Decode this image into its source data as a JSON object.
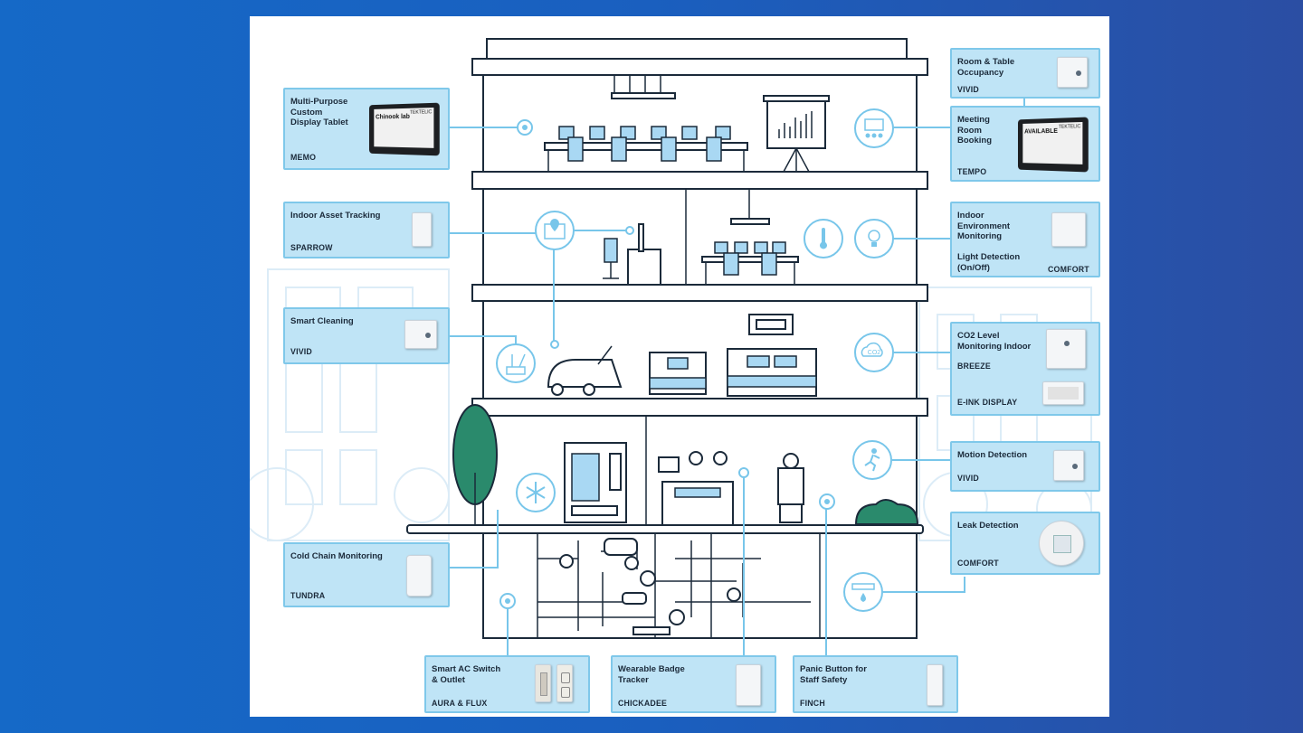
{
  "colors": {
    "line": "#78c6ea",
    "card_fill": "#bfe4f6",
    "card_border": "#7fc8ea",
    "building_stroke": "#1b2a3a",
    "accent_blue": "#a9d8f3",
    "tree_green": "#2a8a6c"
  },
  "cards": {
    "memo": {
      "title": "Multi-Purpose\nCustom\nDisplay Tablet",
      "name": "MEMO",
      "screen_text": "Chinook lab",
      "screen_brand": "TEKTELIC"
    },
    "sparrow": {
      "title": "Indoor Asset Tracking",
      "name": "SPARROW"
    },
    "smart_cleaning": {
      "title": "Smart Cleaning",
      "name": "VIVID"
    },
    "tundra": {
      "title": "Cold Chain Monitoring",
      "name": "TUNDRA"
    },
    "aura_flux": {
      "title": "Smart AC Switch\n& Outlet",
      "name": "AURA & FLUX"
    },
    "chickadee": {
      "title": "Wearable Badge\nTracker",
      "name": "CHICKADEE"
    },
    "finch": {
      "title": "Panic Button for\nStaff Safety",
      "name": "FINCH"
    },
    "occupancy": {
      "title": "Room & Table\nOccupancy",
      "name": "VIVID"
    },
    "tempo": {
      "title": "Meeting\nRoom\nBooking",
      "name": "TEMPO",
      "screen_text": "AVAILABLE",
      "screen_brand": "TEKTELIC"
    },
    "comfort_env": {
      "title": "Indoor\nEnvironment\nMonitoring",
      "title2": "Light Detection\n(On/Off)",
      "name": "COMFORT"
    },
    "breeze": {
      "title": "CO2 Level\nMonitoring Indoor",
      "name": "BREEZE",
      "name2": "E-INK DISPLAY"
    },
    "motion": {
      "title": "Motion Detection",
      "name": "VIVID"
    },
    "leak": {
      "title": "Leak Detection",
      "name": "COMFORT"
    }
  },
  "icons": [
    "location-map-icon",
    "cleaning-icon",
    "snowflake-icon",
    "meeting-room-icon",
    "thermometer-icon",
    "light-bulb-icon",
    "co2-cloud-icon",
    "motion-running-icon",
    "water-leak-icon"
  ],
  "co2_icon_label": "CO2"
}
